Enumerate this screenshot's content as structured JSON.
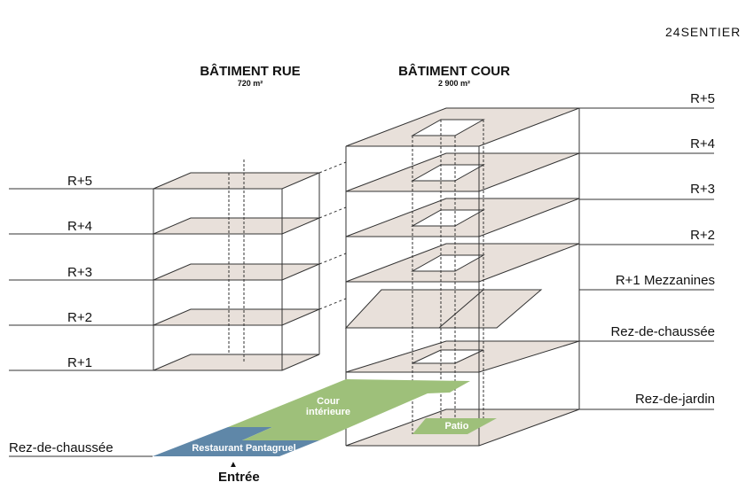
{
  "brand": "24SENTIER",
  "rue": {
    "title": "BÂTIMENT RUE",
    "area": "720 m²",
    "levels": [
      "R+5",
      "R+4",
      "R+3",
      "R+2",
      "R+1"
    ]
  },
  "cour": {
    "title": "BÂTIMENT COUR",
    "area": "2 900 m²",
    "levels": [
      "R+5",
      "R+4",
      "R+3",
      "R+2",
      "R+1 Mezzanines",
      "Rez-de-chaussée",
      "Rez-de-jardin"
    ]
  },
  "ground": {
    "label": "Rez-de-chaussée",
    "restaurant": "Restaurant Pantagruel",
    "court_line1": "Cour",
    "court_line2": "intérieure",
    "patio": "Patio",
    "entrance": "Entrée"
  },
  "colors": {
    "slab": "#e8e0da",
    "green": "#9ec07a",
    "blue": "#5f87a8"
  }
}
